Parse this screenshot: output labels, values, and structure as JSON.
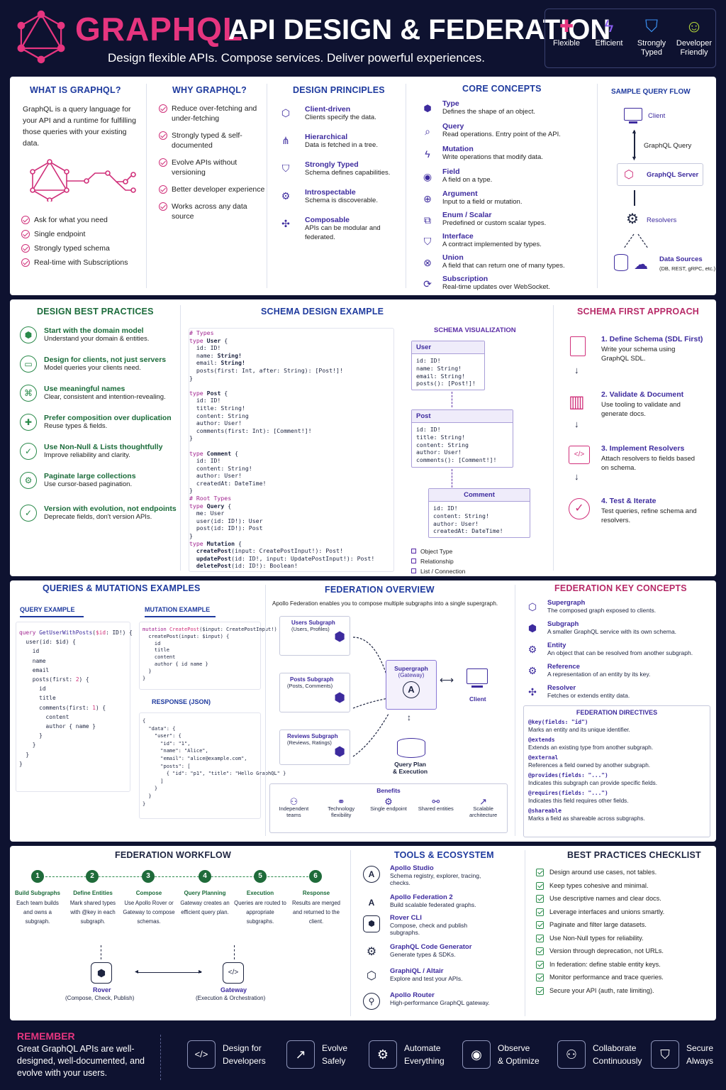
{
  "header": {
    "title_part1": "GRAPHQL",
    "title_part2": "API DESIGN & FEDERATION",
    "subtitle": "Design flexible APIs. Compose services. Deliver powerful experiences.",
    "badges": [
      {
        "icon": "puzzle-icon",
        "label": "Flexible"
      },
      {
        "icon": "lightning-icon",
        "label": "Efficient"
      },
      {
        "icon": "shield-check-icon",
        "label": "Strongly Typed"
      },
      {
        "icon": "smiley-icon",
        "label": "Developer Friendly"
      }
    ]
  },
  "what": {
    "title": "WHAT IS GRAPHQL?",
    "body": "GraphQL is a query language for your API and a runtime for fulfilling those queries with your existing data.",
    "items": [
      "Ask for what you need",
      "Single endpoint",
      "Strongly typed schema",
      "Real-time with Subscriptions"
    ]
  },
  "why": {
    "title": "WHY GRAPHQL?",
    "items": [
      "Reduce over-fetching and under-fetching",
      "Strongly typed & self-documented",
      "Evolve APIs without versioning",
      "Better developer experience",
      "Works across any data source"
    ]
  },
  "principles": {
    "title": "DESIGN PRINCIPLES",
    "items": [
      {
        "t": "Client-driven",
        "d": "Clients specify the data."
      },
      {
        "t": "Hierarchical",
        "d": "Data is fetched in a tree."
      },
      {
        "t": "Strongly Typed",
        "d": "Schema defines capabilities."
      },
      {
        "t": "Introspectable",
        "d": "Schema is discoverable."
      },
      {
        "t": "Composable",
        "d": "APIs can be modular and federated."
      }
    ]
  },
  "core": {
    "title": "CORE CONCEPTS",
    "items": [
      {
        "t": "Type",
        "d": "Defines the shape of an object."
      },
      {
        "t": "Query",
        "d": "Read operations. Entry point of the API."
      },
      {
        "t": "Mutation",
        "d": "Write operations that modify data."
      },
      {
        "t": "Field",
        "d": "A field on a type."
      },
      {
        "t": "Argument",
        "d": "Input to a field or mutation."
      },
      {
        "t": "Enum / Scalar",
        "d": "Predefined or custom scalar types."
      },
      {
        "t": "Interface",
        "d": "A contract implemented by types."
      },
      {
        "t": "Union",
        "d": "A field that can return one of many types."
      },
      {
        "t": "Subscription",
        "d": "Real-time updates over WebSocket."
      }
    ]
  },
  "flow": {
    "title": "SAMPLE QUERY FLOW",
    "client": "Client",
    "query": "GraphQL Query",
    "server": "GraphQL Server",
    "resolvers": "Resolvers",
    "sources": "Data Sources",
    "sources_sub": "(DB, REST, gRPC, etc.)"
  },
  "dbp": {
    "title": "DESIGN BEST PRACTICES",
    "items": [
      {
        "t": "Start with the domain model",
        "d": "Understand your domain & entities."
      },
      {
        "t": "Design for clients, not just servers",
        "d": "Model queries your clients need."
      },
      {
        "t": "Use meaningful names",
        "d": "Clear, consistent and intention-revealing."
      },
      {
        "t": "Prefer composition over duplication",
        "d": "Reuse types & fields."
      },
      {
        "t": "Use Non-Null & Lists thoughtfully",
        "d": "Improve reliability and clarity."
      },
      {
        "t": "Paginate large collections",
        "d": "Use cursor-based pagination."
      },
      {
        "t": "Version with evolution, not endpoints",
        "d": "Deprecate fields, don't version APIs."
      }
    ]
  },
  "schema": {
    "title": "SCHEMA DESIGN EXAMPLE",
    "viz_title": "SCHEMA VISUALIZATION",
    "user_box": {
      "h": "User",
      "b": "id: ID!\nname: String!\nemail: String!\nposts(): [Post!]!"
    },
    "post_box": {
      "h": "Post",
      "b": "id: ID!\ntitle: String!\ncontent: String\nauthor: User!\ncomments(): [Comment!]!"
    },
    "comment_box": {
      "h": "Comment",
      "b": "id: ID!\ncontent: String!\nauthor: User!\ncreatedAt: DateTime!"
    },
    "legend": [
      "Object Type",
      "Relationship",
      "List / Connection"
    ]
  },
  "sfa": {
    "title": "SCHEMA FIRST APPROACH",
    "steps": [
      {
        "t": "1. Define Schema (SDL First)",
        "d": "Write your schema using GraphQL SDL."
      },
      {
        "t": "2. Validate & Document",
        "d": "Use tooling to validate and generate docs."
      },
      {
        "t": "3. Implement Resolvers",
        "d": "Attach resolvers to fields based on schema."
      },
      {
        "t": "4. Test & Iterate",
        "d": "Test queries, refine schema and resolvers."
      }
    ]
  },
  "qm": {
    "title": "QUERIES & MUTATIONS EXAMPLES",
    "query_tab": "QUERY EXAMPLE",
    "mutation_tab": "MUTATION EXAMPLE",
    "response_tab": "RESPONSE (JSON)"
  },
  "fo": {
    "title": "FEDERATION OVERVIEW",
    "intro": "Apollo Federation enables you to compose multiple subgraphs into a single supergraph.",
    "users": {
      "t": "Users Subgraph",
      "d": "(Users, Profiles)"
    },
    "posts": {
      "t": "Posts Subgraph",
      "d": "(Posts, Comments)"
    },
    "reviews": {
      "t": "Reviews Subgraph",
      "d": "(Reviews, Ratings)"
    },
    "super": {
      "t": "Supergraph",
      "d": "(Gateway)"
    },
    "client": "Client",
    "plan": "Query Plan\n& Execution",
    "benefits_title": "Benefits",
    "benefits": [
      "Independent teams",
      "Technology flexibility",
      "Single endpoint",
      "Shared entities",
      "Scalable architecture"
    ]
  },
  "fkc": {
    "title": "FEDERATION KEY CONCEPTS",
    "items": [
      {
        "t": "Supergraph",
        "d": "The composed graph exposed to clients."
      },
      {
        "t": "Subgraph",
        "d": "A smaller GraphQL service with its own schema."
      },
      {
        "t": "Entity",
        "d": "An object that can be resolved from another subgraph."
      },
      {
        "t": "Reference",
        "d": "A representation of an entity by its key."
      },
      {
        "t": "Resolver",
        "d": "Fetches or extends entity data."
      }
    ],
    "dir_title": "FEDERATION DIRECTIVES",
    "directives": [
      {
        "t": "@key(fields: \"id\")",
        "d": "Marks an entity and its unique identifier."
      },
      {
        "t": "@extends",
        "d": "Extends an existing type from another subgraph."
      },
      {
        "t": "@external",
        "d": "References a field owned by another subgraph."
      },
      {
        "t": "@provides(fields: \"...\")",
        "d": "Indicates this subgraph can provide specific fields."
      },
      {
        "t": "@requires(fields: \"...\")",
        "d": "Indicates this field requires other fields."
      },
      {
        "t": "@shareable",
        "d": "Marks a field as shareable across subgraphs."
      }
    ]
  },
  "fw": {
    "title": "FEDERATION WORKFLOW",
    "steps": [
      {
        "n": "1",
        "t": "Build Subgraphs",
        "d": "Each team builds and owns a subgraph."
      },
      {
        "n": "2",
        "t": "Define Entities",
        "d": "Mark shared types with @key in each subgraph."
      },
      {
        "n": "3",
        "t": "Compose",
        "d": "Use Apollo Rover or Gateway to compose schemas."
      },
      {
        "n": "4",
        "t": "Query Planning",
        "d": "Gateway creates an efficient query plan."
      },
      {
        "n": "5",
        "t": "Execution",
        "d": "Queries are routed to appropriate subgraphs."
      },
      {
        "n": "6",
        "t": "Response",
        "d": "Results are merged and returned to the client."
      }
    ],
    "rover": "Rover",
    "rover_sub": "(Compose, Check, Publish)",
    "gateway": "Gateway",
    "gateway_sub": "(Execution & Orchestration)"
  },
  "tools": {
    "title": "TOOLS & ECOSYSTEM",
    "items": [
      {
        "t": "Apollo Studio",
        "d": "Schema registry, explorer, tracing, checks."
      },
      {
        "t": "Apollo Federation 2",
        "d": "Build scalable federated graphs."
      },
      {
        "t": "Rover CLI",
        "d": "Compose, check and publish subgraphs."
      },
      {
        "t": "GraphQL Code Generator",
        "d": "Generate types & SDKs."
      },
      {
        "t": "GraphiQL / Altair",
        "d": "Explore and test your APIs."
      },
      {
        "t": "Apollo Router",
        "d": "High-performance GraphQL gateway."
      }
    ]
  },
  "bpc": {
    "title": "BEST PRACTICES CHECKLIST",
    "items": [
      "Design around use cases, not tables.",
      "Keep types cohesive and minimal.",
      "Use descriptive names and clear docs.",
      "Leverage interfaces and unions smartly.",
      "Paginate and filter large datasets.",
      "Use Non-Null types for reliability.",
      "Version through deprecation, not URLs.",
      "In federation: define stable entity keys.",
      "Monitor performance and trace queries.",
      "Secure your API (auth, rate limiting)."
    ]
  },
  "footer": {
    "remember": "REMEMBER",
    "msg": "Great GraphQL APIs are well-designed, well-documented, and evolve with your users.",
    "items": [
      {
        "l1": "Design for",
        "l2": "Developers"
      },
      {
        "l1": "Evolve",
        "l2": "Safely"
      },
      {
        "l1": "Automate",
        "l2": "Everything"
      },
      {
        "l1": "Observe",
        "l2": "& Optimize"
      },
      {
        "l1": "Collaborate",
        "l2": "Continuously"
      },
      {
        "l1": "Secure",
        "l2": "Always"
      }
    ]
  },
  "colors": {
    "pink": "#e6357f",
    "navy": "#0e1230",
    "blue": "#1e3a9e",
    "green": "#1b6b3a",
    "purple": "#3d2b9e"
  }
}
